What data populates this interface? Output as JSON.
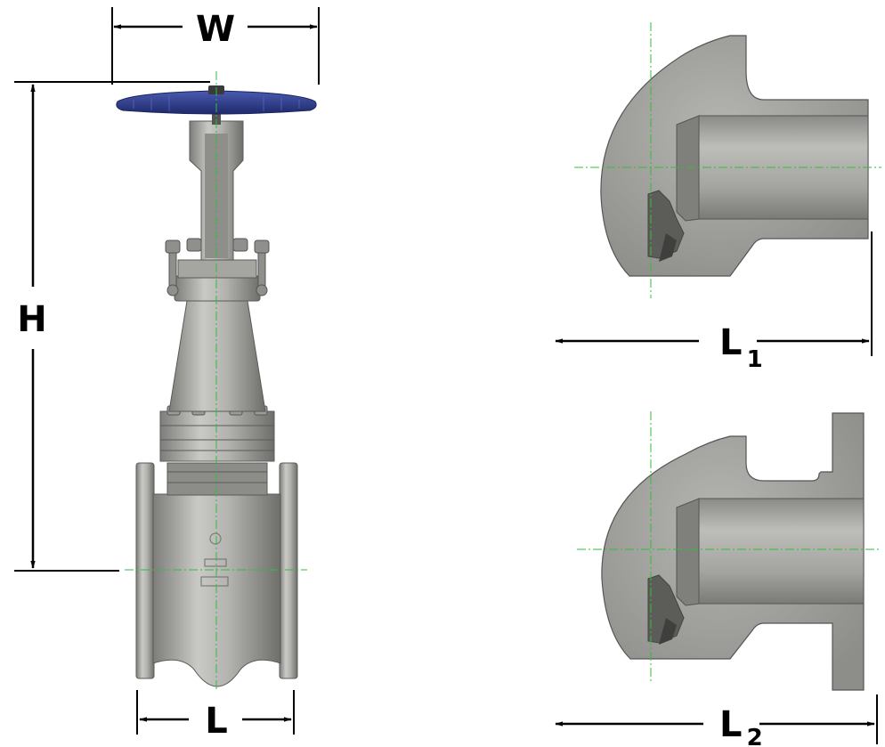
{
  "dimensions": {
    "w": {
      "label": "W"
    },
    "h": {
      "label": "H"
    },
    "l": {
      "label": "L"
    },
    "l1": {
      "label": "L",
      "sub": "1"
    },
    "l2": {
      "label": "L",
      "sub": "2"
    }
  },
  "colors": {
    "handwheel": "#2e3c86",
    "metal": "#a9a9a6",
    "metal_dark": "#6f6f6c",
    "centerline": "#2fbf3a",
    "dimension": "#000000"
  }
}
